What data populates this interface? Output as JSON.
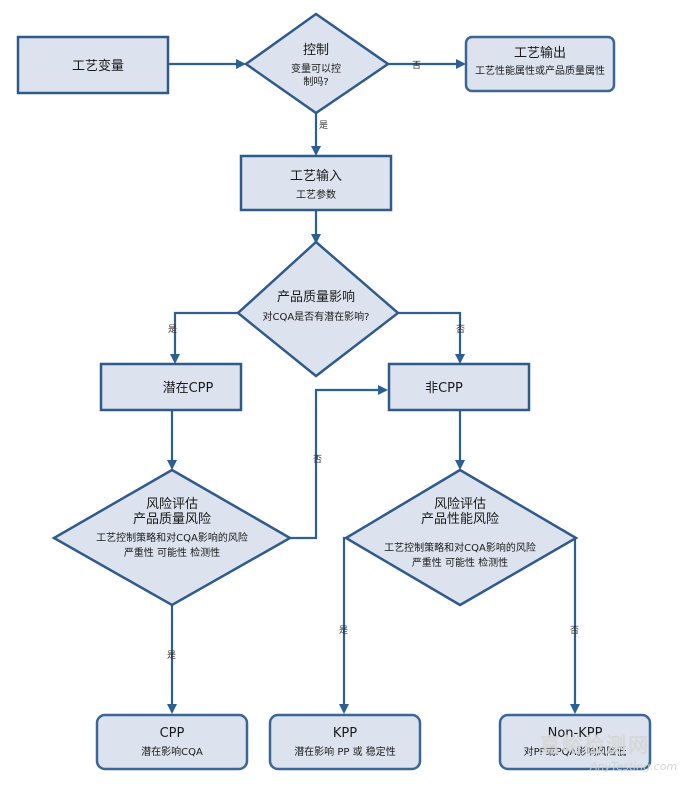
{
  "nodes": {
    "process_variable": {
      "title": "工艺变量"
    },
    "control": {
      "title": "控制",
      "sub1": "变量可以控",
      "sub2": "制吗?"
    },
    "process_output": {
      "title": "工艺输出",
      "sub": "工艺性能属性或产品质量属性"
    },
    "process_input": {
      "title": "工艺输入",
      "sub": "工艺参数"
    },
    "quality_impact": {
      "title": "产品质量影响",
      "sub": "对CQA是否有潜在影响?"
    },
    "potential_cpp": {
      "title": "潜在CPP"
    },
    "non_cpp": {
      "title": "非CPP"
    },
    "risk_quality": {
      "title1": "风险评估",
      "title2": "产品质量风险",
      "sub1": "工艺控制策略和对CQA影响的风险",
      "sub2": "严重性 可能性 检测性"
    },
    "risk_performance": {
      "title1": "风险评估",
      "title2": "产品性能风险",
      "sub1": "工艺控制策略和对CQA影响的风险",
      "sub2": "严重性 可能性 检测性"
    },
    "cpp": {
      "title": "CPP",
      "sub": "潜在影响CQA"
    },
    "kpp": {
      "title": "KPP",
      "sub": "潜在影响 PP 或 稳定性"
    },
    "non_kpp": {
      "title": "Non-KPP",
      "sub": "对PP或PQA影响风险低"
    }
  },
  "edge_labels": {
    "control_no": "否",
    "control_yes": "是",
    "impact_yes": "是",
    "impact_no": "否",
    "risk_quality_no": "否",
    "risk_quality_yes": "是",
    "risk_perf_yes": "是",
    "risk_perf_no": "否"
  },
  "watermark": {
    "main": "嘉峪检测网",
    "sub": "AnyTesting.com"
  },
  "colors": {
    "fill": "#dde3ee",
    "stroke": "#2f5b8c",
    "arrow": "#2c5f93"
  }
}
